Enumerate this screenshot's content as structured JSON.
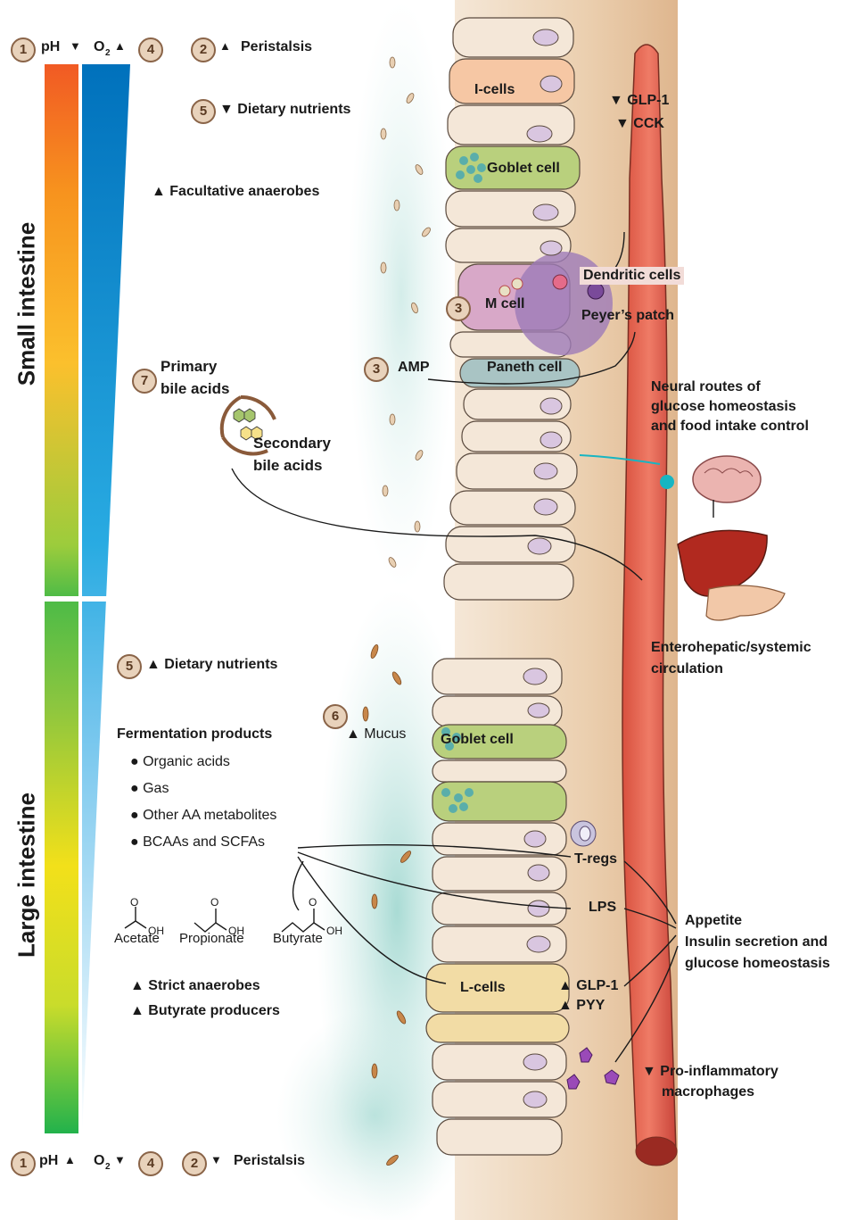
{
  "colors": {
    "ph_bar": [
      "#f15a24",
      "#f7b731",
      "#f9e11e",
      "#8cc63f",
      "#39b54a"
    ],
    "o2_bar": [
      "#0071bc",
      "#29abe2",
      "#9bd3f0",
      "#ffffff"
    ],
    "vessel": "#e9705e",
    "tissue": "#e7c7a2",
    "mucus": "#b5dcd8"
  },
  "top_legend": {
    "n1": "1",
    "ph": "pH",
    "ph_arrow": "▼",
    "o2": "O",
    "o2_sub": "2",
    "o2_arrow": "▲",
    "n4": "4",
    "n2": "2",
    "peristalsis_arrow": "▲",
    "peristalsis": "Peristalsis"
  },
  "bottom_legend": {
    "n1": "1",
    "ph": "pH",
    "ph_arrow": "▲",
    "o2": "O",
    "o2_sub": "2",
    "o2_arrow": "▼",
    "n4": "4",
    "n2": "2",
    "peristalsis_arrow": "▼",
    "peristalsis": "Peristalsis"
  },
  "section_labels": {
    "small": "Small intestine",
    "large": "Large intestine"
  },
  "small_intestine": {
    "n5": "5",
    "dietary": "▼ Dietary nutrients",
    "facultative": "▲ Facultative anaerobes",
    "n7": "7",
    "primary": "Primary",
    "primary2": "bile acids",
    "secondary": "Secondary",
    "secondary2": "bile acids",
    "i_cells": "I-cells",
    "glp1": "▼ GLP-1",
    "cck": "▼ CCK",
    "goblet": "Goblet cell",
    "dendritic": "Dendritic cells",
    "n3a": "3",
    "m_cell": "M cell",
    "peyers": "Peyer’s patch",
    "n3b": "3",
    "amp": "AMP",
    "paneth": "Paneth cell"
  },
  "right_side": {
    "neural1": "Neural routes of",
    "neural2": "glucose homeostasis",
    "neural3": "and food intake control",
    "entero1": "Enterohepatic/systemic",
    "entero2": "circulation"
  },
  "large_intestine": {
    "n5": "5",
    "dietary": "▲ Dietary nutrients",
    "n6": "6",
    "mucus": "▲ Mucus",
    "goblet": "Goblet cell",
    "fermentation": "Fermentation products",
    "items": [
      "● Organic acids",
      "● Gas",
      "● Other AA metabolites",
      "● BCAAs and SCFAs"
    ],
    "acetate": "Acetate",
    "propionate": "Propionate",
    "butyrate": "Butyrate",
    "oh": "OH",
    "o": "O",
    "strict": "▲  Strict anaerobes",
    "butyrate_prod": "▲  Butyrate producers",
    "tregs": "T-regs",
    "lps": "LPS",
    "l_cells": "L-cells",
    "glp1": "▲ GLP-1",
    "pyy": "▲ PYY",
    "appetite": "Appetite",
    "insulin1": "Insulin secretion and",
    "insulin2": "glucose homeostasis",
    "macro1": "▼  Pro-inflammatory",
    "macro2": "macrophages"
  }
}
